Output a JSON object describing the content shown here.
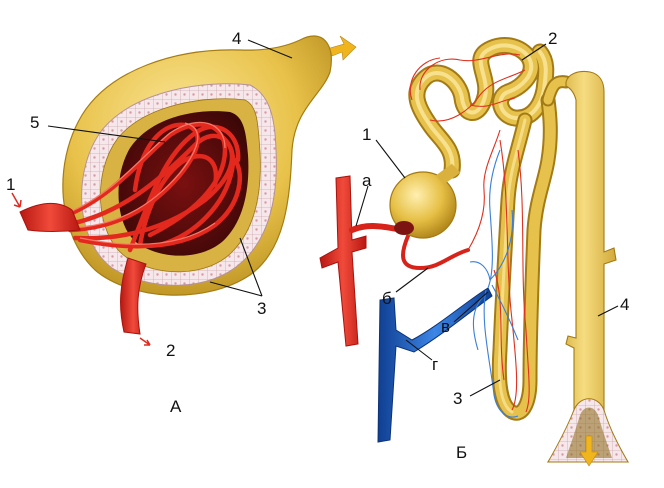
{
  "panel_a": {
    "caption": "А",
    "labels": {
      "n1": "1",
      "n2": "2",
      "n3": "3",
      "n4": "4",
      "n5": "5"
    }
  },
  "panel_b": {
    "caption": "Б",
    "labels": {
      "n1": "1",
      "n2": "2",
      "n3": "3",
      "n4": "4",
      "a": "а",
      "b": "б",
      "v": "в",
      "g": "г"
    }
  },
  "colors": {
    "tubule": "#e2bd3c",
    "tubule_dark": "#b58d1c",
    "artery": "#e02a1f",
    "vein": "#1e63c8",
    "epithelium": "#f4e3e6",
    "arrow": "#f0b51d"
  }
}
